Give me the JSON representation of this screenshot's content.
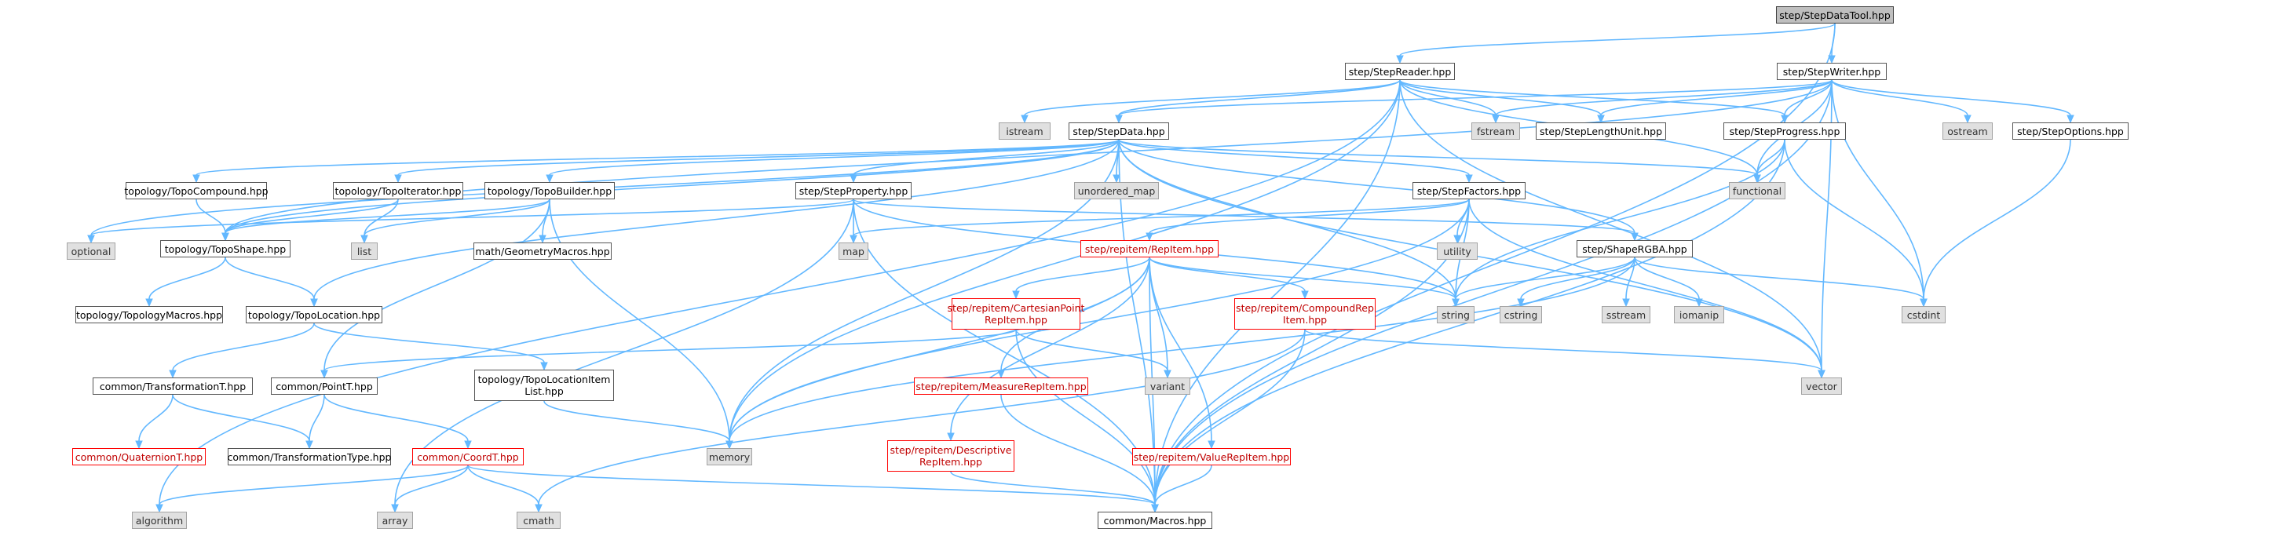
{
  "nodes": [
    {
      "id": "root",
      "label": "step/StepDataTool.hpp",
      "kind": "root"
    },
    {
      "id": "reader",
      "label": "step/StepReader.hpp",
      "kind": "file"
    },
    {
      "id": "writer",
      "label": "step/StepWriter.hpp",
      "kind": "file"
    },
    {
      "id": "istream",
      "label": "istream",
      "kind": "sys"
    },
    {
      "id": "stepdata",
      "label": "step/StepData.hpp",
      "kind": "file"
    },
    {
      "id": "fstream",
      "label": "fstream",
      "kind": "sys"
    },
    {
      "id": "lengthunit",
      "label": "step/StepLengthUnit.hpp",
      "kind": "file"
    },
    {
      "id": "progress",
      "label": "step/StepProgress.hpp",
      "kind": "file"
    },
    {
      "id": "ostream",
      "label": "ostream",
      "kind": "sys"
    },
    {
      "id": "options",
      "label": "step/StepOptions.hpp",
      "kind": "file"
    },
    {
      "id": "topocompound",
      "label": "topology/TopoCompound.hpp",
      "kind": "file"
    },
    {
      "id": "topoiterator",
      "label": "topology/TopoIterator.hpp",
      "kind": "file"
    },
    {
      "id": "topobuilder",
      "label": "topology/TopoBuilder.hpp",
      "kind": "file"
    },
    {
      "id": "stepproperty",
      "label": "step/StepProperty.hpp",
      "kind": "file"
    },
    {
      "id": "unordered_map",
      "label": "unordered_map",
      "kind": "sys"
    },
    {
      "id": "stepfactors",
      "label": "step/StepFactors.hpp",
      "kind": "file"
    },
    {
      "id": "functional",
      "label": "functional",
      "kind": "sys"
    },
    {
      "id": "optional",
      "label": "optional",
      "kind": "sys"
    },
    {
      "id": "toposhape",
      "label": "topology/TopoShape.hpp",
      "kind": "file"
    },
    {
      "id": "list",
      "label": "list",
      "kind": "sys"
    },
    {
      "id": "geommacros",
      "label": "math/GeometryMacros.hpp",
      "kind": "file"
    },
    {
      "id": "map",
      "label": "map",
      "kind": "sys"
    },
    {
      "id": "repitem",
      "label": "step/repitem/RepItem.hpp",
      "kind": "red"
    },
    {
      "id": "utility",
      "label": "utility",
      "kind": "sys"
    },
    {
      "id": "shapergba",
      "label": "step/ShapeRGBA.hpp",
      "kind": "file"
    },
    {
      "id": "topomacros",
      "label": "topology/TopologyMacros.hpp",
      "kind": "file"
    },
    {
      "id": "topolocation",
      "label": "topology/TopoLocation.hpp",
      "kind": "file"
    },
    {
      "id": "cartesian",
      "label": "step/repitem/CartesianPoint\nRepItem.hpp",
      "kind": "red"
    },
    {
      "id": "compound",
      "label": "step/repitem/CompoundRep\nItem.hpp",
      "kind": "red"
    },
    {
      "id": "string",
      "label": "string",
      "kind": "sys"
    },
    {
      "id": "cstring",
      "label": "cstring",
      "kind": "sys"
    },
    {
      "id": "sstream",
      "label": "sstream",
      "kind": "sys"
    },
    {
      "id": "iomanip",
      "label": "iomanip",
      "kind": "sys"
    },
    {
      "id": "cstdint",
      "label": "cstdint",
      "kind": "sys"
    },
    {
      "id": "transformt",
      "label": "common/TransformationT.hpp",
      "kind": "file"
    },
    {
      "id": "pointt",
      "label": "common/PointT.hpp",
      "kind": "file"
    },
    {
      "id": "locationlist",
      "label": "topology/TopoLocationItem\nList.hpp",
      "kind": "file"
    },
    {
      "id": "variant",
      "label": "variant",
      "kind": "sys"
    },
    {
      "id": "measure",
      "label": "step/repitem/MeasureRepItem.hpp",
      "kind": "red"
    },
    {
      "id": "vector",
      "label": "vector",
      "kind": "sys"
    },
    {
      "id": "quaternion",
      "label": "common/QuaternionT.hpp",
      "kind": "red"
    },
    {
      "id": "transtype",
      "label": "common/TransformationType.hpp",
      "kind": "file"
    },
    {
      "id": "coordt",
      "label": "common/CoordT.hpp",
      "kind": "red"
    },
    {
      "id": "memory",
      "label": "memory",
      "kind": "sys"
    },
    {
      "id": "descriptive",
      "label": "step/repitem/Descriptive\nRepItem.hpp",
      "kind": "red"
    },
    {
      "id": "valuerepitem",
      "label": "step/repitem/ValueRepItem.hpp",
      "kind": "red"
    },
    {
      "id": "algorithm",
      "label": "algorithm",
      "kind": "sys"
    },
    {
      "id": "array",
      "label": "array",
      "kind": "sys"
    },
    {
      "id": "cmath",
      "label": "cmath",
      "kind": "sys"
    },
    {
      "id": "macros",
      "label": "common/Macros.hpp",
      "kind": "file"
    }
  ],
  "edges": [
    [
      "root",
      "reader"
    ],
    [
      "root",
      "writer"
    ],
    [
      "root",
      "macros"
    ],
    [
      "reader",
      "istream"
    ],
    [
      "reader",
      "stepdata"
    ],
    [
      "reader",
      "fstream"
    ],
    [
      "reader",
      "lengthunit"
    ],
    [
      "reader",
      "progress"
    ],
    [
      "reader",
      "memory"
    ],
    [
      "reader",
      "vector"
    ],
    [
      "reader",
      "functional"
    ],
    [
      "reader",
      "algorithm"
    ],
    [
      "reader",
      "macros"
    ],
    [
      "writer",
      "stepdata"
    ],
    [
      "writer",
      "fstream"
    ],
    [
      "writer",
      "lengthunit"
    ],
    [
      "writer",
      "progress"
    ],
    [
      "writer",
      "ostream"
    ],
    [
      "writer",
      "options"
    ],
    [
      "writer",
      "cstdint"
    ],
    [
      "writer",
      "vector"
    ],
    [
      "writer",
      "macros"
    ],
    [
      "writer",
      "functional"
    ],
    [
      "writer",
      "toposhape"
    ],
    [
      "stepdata",
      "topocompound"
    ],
    [
      "stepdata",
      "topoiterator"
    ],
    [
      "stepdata",
      "topobuilder"
    ],
    [
      "stepdata",
      "stepproperty"
    ],
    [
      "stepdata",
      "unordered_map"
    ],
    [
      "stepdata",
      "stepfactors"
    ],
    [
      "stepdata",
      "functional"
    ],
    [
      "stepdata",
      "optional"
    ],
    [
      "stepdata",
      "string"
    ],
    [
      "stepdata",
      "memory"
    ],
    [
      "stepdata",
      "vector"
    ],
    [
      "stepdata",
      "shapergba"
    ],
    [
      "stepdata",
      "toposhape"
    ],
    [
      "stepdata",
      "macros"
    ],
    [
      "stepdata",
      "topolocation"
    ],
    [
      "progress",
      "functional"
    ],
    [
      "progress",
      "string"
    ],
    [
      "progress",
      "cstdint"
    ],
    [
      "progress",
      "macros"
    ],
    [
      "options",
      "cstdint"
    ],
    [
      "topocompound",
      "toposhape"
    ],
    [
      "topoiterator",
      "toposhape"
    ],
    [
      "topoiterator",
      "list"
    ],
    [
      "topobuilder",
      "toposhape"
    ],
    [
      "topobuilder",
      "list"
    ],
    [
      "topobuilder",
      "geommacros"
    ],
    [
      "topobuilder",
      "memory"
    ],
    [
      "topobuilder",
      "pointt"
    ],
    [
      "stepproperty",
      "optional"
    ],
    [
      "stepproperty",
      "map"
    ],
    [
      "stepproperty",
      "string"
    ],
    [
      "stepproperty",
      "shapergba"
    ],
    [
      "stepproperty",
      "array"
    ],
    [
      "stepproperty",
      "macros"
    ],
    [
      "stepfactors",
      "repitem"
    ],
    [
      "stepfactors",
      "map"
    ],
    [
      "stepfactors",
      "utility"
    ],
    [
      "stepfactors",
      "string"
    ],
    [
      "stepfactors",
      "memory"
    ],
    [
      "stepfactors",
      "vector"
    ],
    [
      "stepfactors",
      "macros"
    ],
    [
      "toposhape",
      "topomacros"
    ],
    [
      "toposhape",
      "topolocation"
    ],
    [
      "topolocation",
      "transformt"
    ],
    [
      "topolocation",
      "locationlist"
    ],
    [
      "repitem",
      "cartesian"
    ],
    [
      "repitem",
      "compound"
    ],
    [
      "repitem",
      "measure"
    ],
    [
      "repitem",
      "descriptive"
    ],
    [
      "repitem",
      "valuerepitem"
    ],
    [
      "repitem",
      "variant"
    ],
    [
      "repitem",
      "string"
    ],
    [
      "repitem",
      "memory"
    ],
    [
      "repitem",
      "macros"
    ],
    [
      "shapergba",
      "string"
    ],
    [
      "shapergba",
      "cstring"
    ],
    [
      "shapergba",
      "sstream"
    ],
    [
      "shapergba",
      "iomanip"
    ],
    [
      "shapergba",
      "cstdint"
    ],
    [
      "shapergba",
      "memory"
    ],
    [
      "cartesian",
      "pointt"
    ],
    [
      "cartesian",
      "variant"
    ],
    [
      "cartesian",
      "macros"
    ],
    [
      "compound",
      "vector"
    ],
    [
      "compound",
      "cmath"
    ],
    [
      "compound",
      "macros"
    ],
    [
      "transformt",
      "quaternion"
    ],
    [
      "transformt",
      "transtype"
    ],
    [
      "pointt",
      "transtype"
    ],
    [
      "pointt",
      "coordt"
    ],
    [
      "locationlist",
      "memory"
    ],
    [
      "measure",
      "macros"
    ],
    [
      "descriptive",
      "macros"
    ],
    [
      "valuerepitem",
      "macros"
    ],
    [
      "coordt",
      "algorithm"
    ],
    [
      "coordt",
      "array"
    ],
    [
      "coordt",
      "cmath"
    ],
    [
      "coordt",
      "macros"
    ]
  ]
}
